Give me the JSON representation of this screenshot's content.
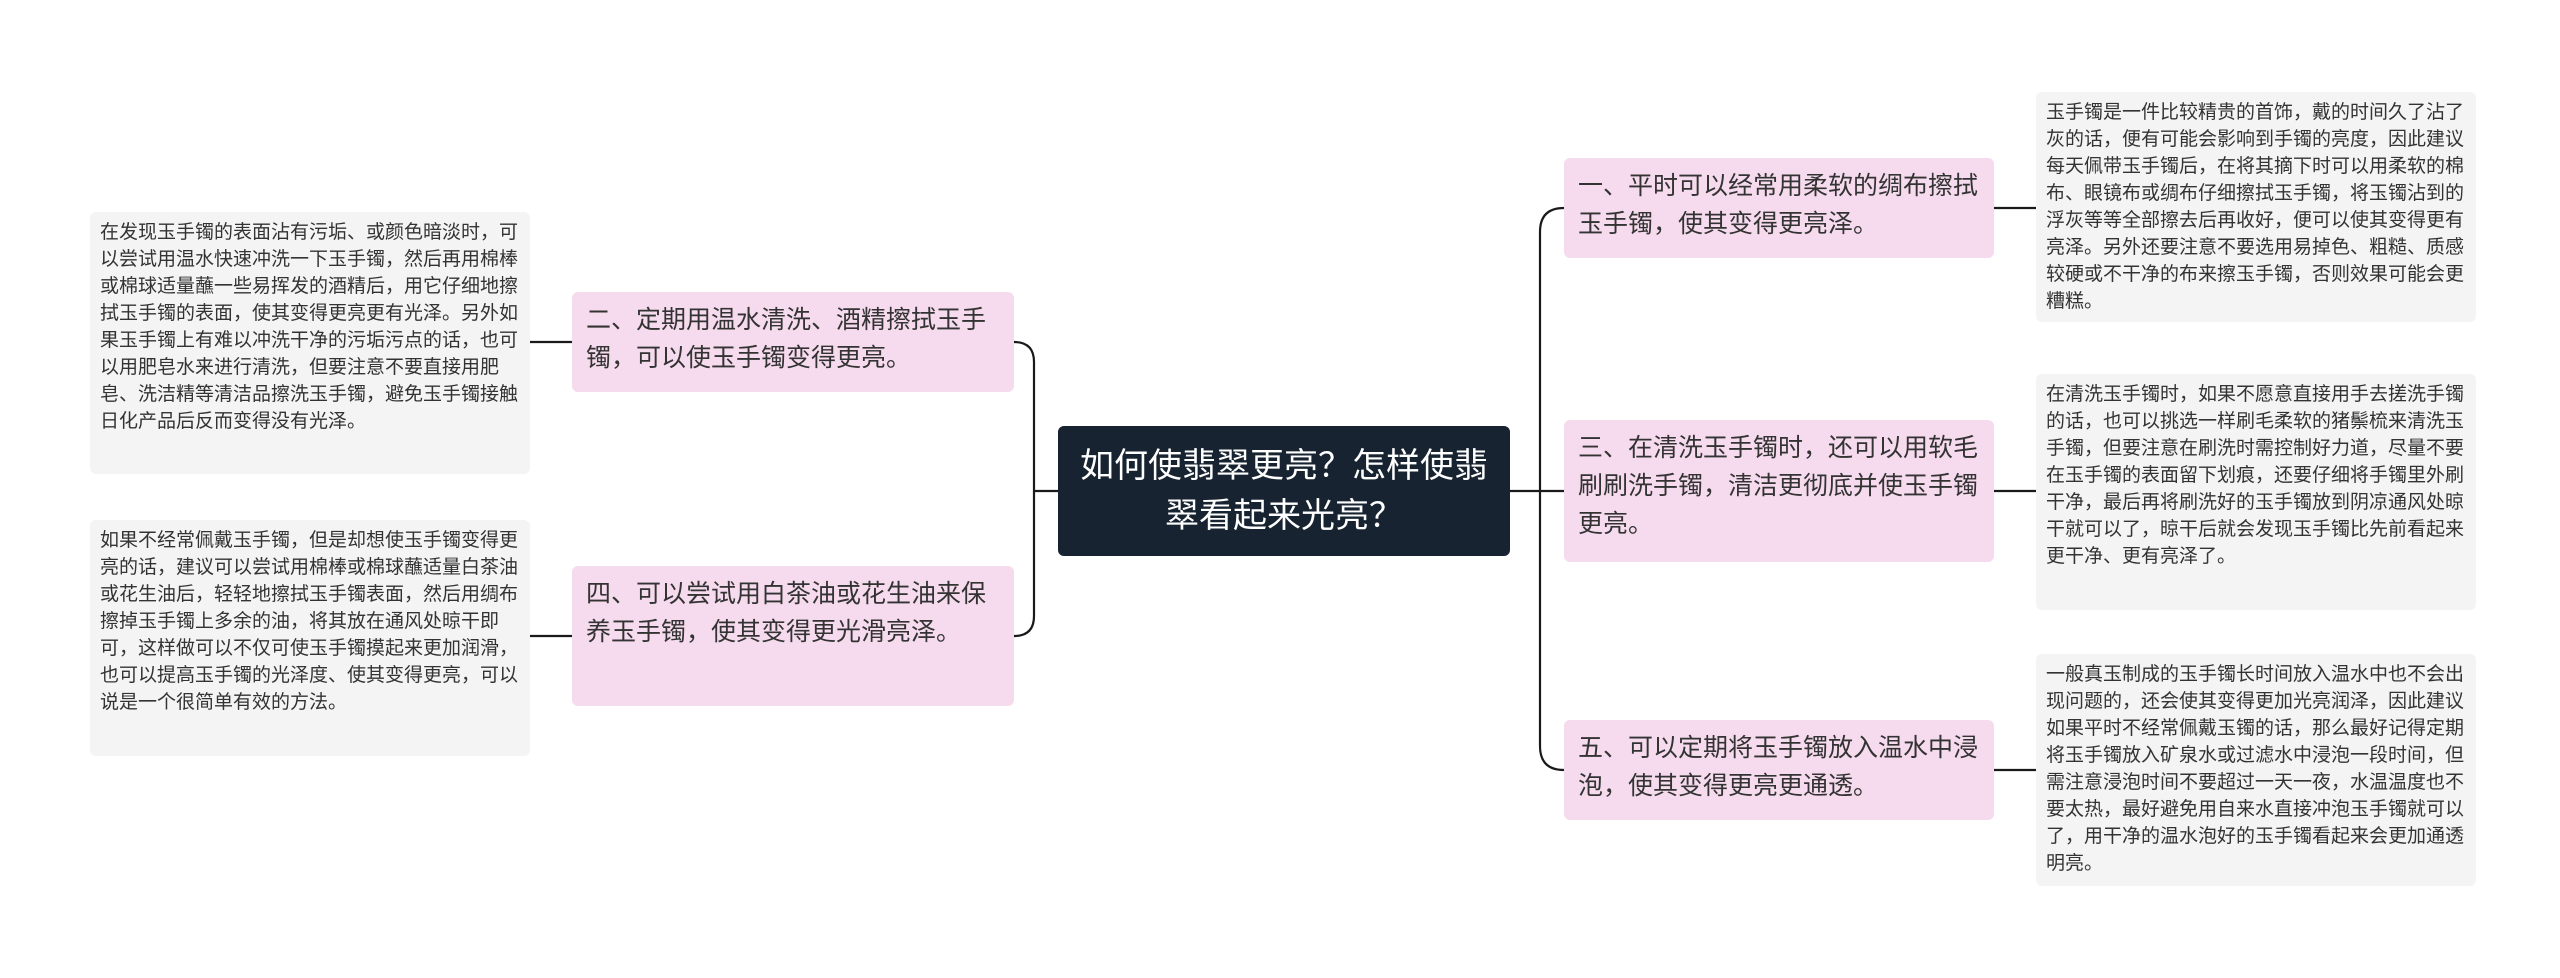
{
  "root": {
    "title": "如何使翡翠更亮？怎样使翡翠看起来光亮？"
  },
  "branches": {
    "b1": "一、平时可以经常用柔软的绸布擦拭玉手镯，使其变得更亮泽。",
    "b2": "二、定期用温水清洗、酒精擦拭玉手镯，可以使玉手镯变得更亮。",
    "b3": "三、在清洗玉手镯时，还可以用软毛刷刷洗手镯，清洁更彻底并使玉手镯更亮。",
    "b4": "四、可以尝试用白茶油或花生油来保养玉手镯，使其变得更光滑亮泽。",
    "b5": "五、可以定期将玉手镯放入温水中浸泡，使其变得更亮更通透。"
  },
  "details": {
    "d1": "玉手镯是一件比较精贵的首饰，戴的时间久了沾了灰的话，便有可能会影响到手镯的亮度，因此建议每天佩带玉手镯后，在将其摘下时可以用柔软的棉布、眼镜布或绸布仔细擦拭玉手镯，将玉镯沾到的浮灰等等全部擦去后再收好，便可以使其变得更有亮泽。另外还要注意不要选用易掉色、粗糙、质感较硬或不干净的布来擦玉手镯，否则效果可能会更糟糕。",
    "d2": "在发现玉手镯的表面沾有污垢、或颜色暗淡时，可以尝试用温水快速冲洗一下玉手镯，然后再用棉棒或棉球适量蘸一些易挥发的酒精后，用它仔细地擦拭玉手镯的表面，使其变得更亮更有光泽。另外如果玉手镯上有难以冲洗干净的污垢污点的话，也可以用肥皂水来进行清洗，但要注意不要直接用肥皂、洗洁精等清洁品擦洗玉手镯，避免玉手镯接触日化产品后反而变得没有光泽。",
    "d3": "在清洗玉手镯时，如果不愿意直接用手去搓洗手镯的话，也可以挑选一样刷毛柔软的猪鬃梳来清洗玉手镯，但要注意在刷洗时需控制好力道，尽量不要在玉手镯的表面留下划痕，还要仔细将手镯里外刷干净，最后再将刷洗好的玉手镯放到阴凉通风处晾干就可以了，晾干后就会发现玉手镯比先前看起来更干净、更有亮泽了。",
    "d4": "如果不经常佩戴玉手镯，但是却想使玉手镯变得更亮的话，建议可以尝试用棉棒或棉球蘸适量白茶油或花生油后，轻轻地擦拭玉手镯表面，然后用绸布擦掉玉手镯上多余的油，将其放在通风处晾干即可，这样做可以不仅可使玉手镯摸起来更加润滑，也可以提高玉手镯的光泽度、使其变得更亮，可以说是一个很简单有效的方法。",
    "d5": "一般真玉制成的玉手镯长时间放入温水中也不会出现问题的，还会使其变得更加光亮润泽，因此建议如果平时不经常佩戴玉镯的话，那么最好记得定期将玉手镯放入矿泉水或过滤水中浸泡一段时间，但需注意浸泡时间不要超过一天一夜，水温温度也不要太热，最好避免用自来水直接冲泡玉手镯就可以了，用干净的温水泡好的玉手镯看起来会更加通透明亮。"
  },
  "colors": {
    "root_bg": "#172330",
    "branch_bg": "#f6dbee",
    "leaf_bg": "#f4f4f4",
    "line": "#1a1a1a"
  }
}
